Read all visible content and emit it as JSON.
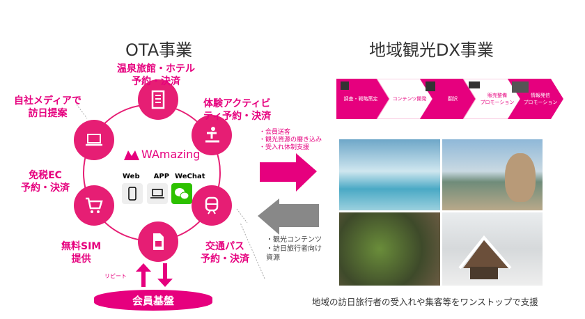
{
  "ota": {
    "title": "OTA事業",
    "items": [
      "温泉旅館・ホテル\n予約・決済",
      "体験アクティビ\nティ予約・決済",
      "交通パス\n予約・決済",
      "無料SIM\n提供",
      "免税EC\n予約・決済",
      "自社メディアで\n訪日提案"
    ],
    "brand": "WAmazing",
    "channels": [
      "Web",
      "APP",
      "WeChat"
    ],
    "repeat": "リピート",
    "base": "会員基盤"
  },
  "flow": {
    "to_right": [
      "・会員送客",
      "・観光資源の磨き込み",
      "・受入れ体制支援"
    ],
    "to_left": [
      "・観光コンテンツ",
      "・訪日旅行者向け",
      "資源"
    ]
  },
  "dx": {
    "title": "地域観光DX事業",
    "steps": [
      "調査・戦略策定",
      "コンテンツ開発",
      "翻訳",
      "販売整備\nプロモーション",
      "情報発信\nプロモーション"
    ],
    "caption": "地域の訪日旅行者の受入れや集客等をワンストップで支援"
  },
  "colors": {
    "accent": "#e6007e",
    "gray": "#888888"
  }
}
